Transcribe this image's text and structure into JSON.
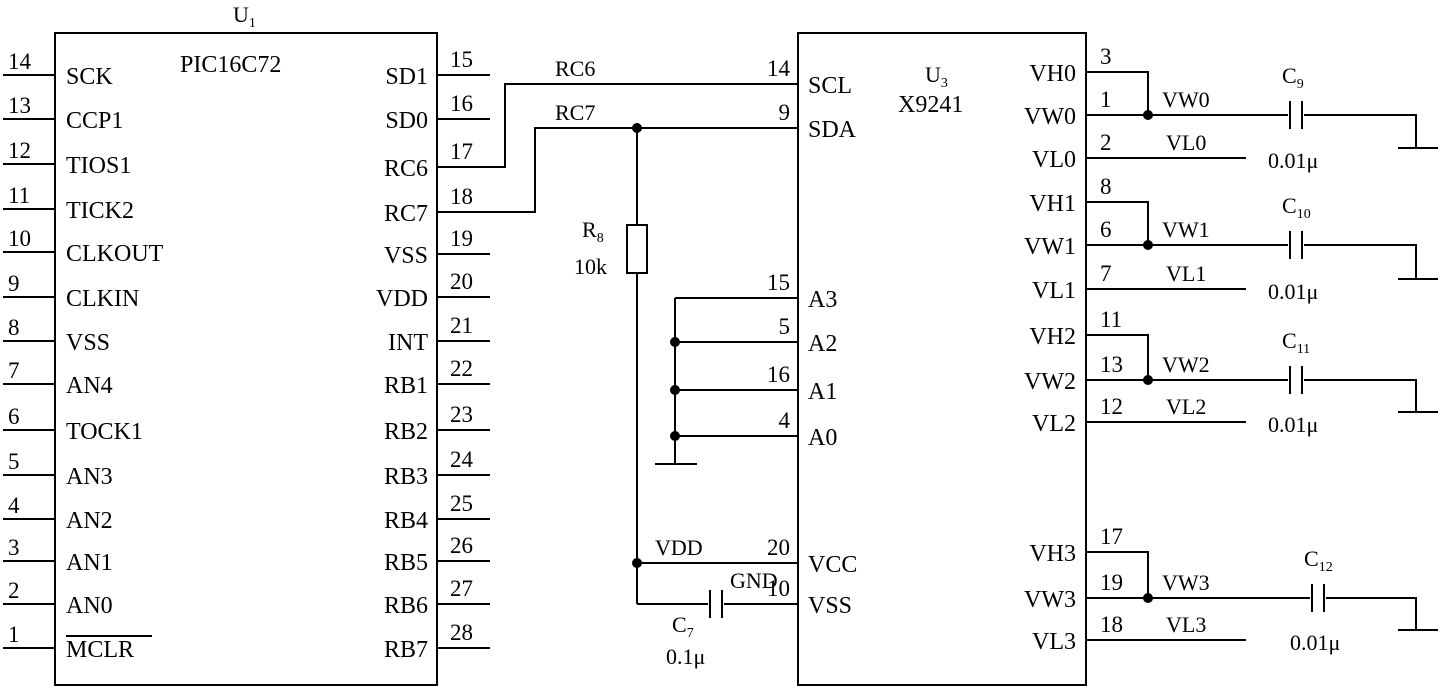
{
  "u1": {
    "ref": "U",
    "ref_sub": "1",
    "part": "PIC16C72",
    "left_pins": [
      {
        "num": "14",
        "label": "SCK"
      },
      {
        "num": "13",
        "label": "CCP1"
      },
      {
        "num": "12",
        "label": "TIOS1"
      },
      {
        "num": "11",
        "label": "TICK2"
      },
      {
        "num": "10",
        "label": "CLKOUT"
      },
      {
        "num": "9",
        "label": "CLKIN"
      },
      {
        "num": "8",
        "label": "VSS"
      },
      {
        "num": "7",
        "label": "AN4"
      },
      {
        "num": "6",
        "label": "TOCK1"
      },
      {
        "num": "5",
        "label": "AN3"
      },
      {
        "num": "4",
        "label": "AN2"
      },
      {
        "num": "3",
        "label": "AN1"
      },
      {
        "num": "2",
        "label": "AN0"
      },
      {
        "num": "1",
        "label": "MCLR"
      }
    ],
    "right_pins": [
      {
        "num": "15",
        "label": "SD1"
      },
      {
        "num": "16",
        "label": "SD0"
      },
      {
        "num": "17",
        "label": "RC6"
      },
      {
        "num": "18",
        "label": "RC7"
      },
      {
        "num": "19",
        "label": "VSS"
      },
      {
        "num": "20",
        "label": "VDD"
      },
      {
        "num": "21",
        "label": "INT"
      },
      {
        "num": "22",
        "label": "RB1"
      },
      {
        "num": "23",
        "label": "RB2"
      },
      {
        "num": "24",
        "label": "RB3"
      },
      {
        "num": "25",
        "label": "RB4"
      },
      {
        "num": "26",
        "label": "RB5"
      },
      {
        "num": "27",
        "label": "RB6"
      },
      {
        "num": "28",
        "label": "RB7"
      }
    ]
  },
  "u3": {
    "ref": "U",
    "ref_sub": "3",
    "part": "X9241",
    "left_pins": [
      {
        "num": "14",
        "label": "SCL"
      },
      {
        "num": "9",
        "label": "SDA"
      },
      {
        "num": "15",
        "label": "A3"
      },
      {
        "num": "5",
        "label": "A2"
      },
      {
        "num": "16",
        "label": "A1"
      },
      {
        "num": "4",
        "label": "A0"
      },
      {
        "num": "20",
        "label": "VCC"
      },
      {
        "num": "10",
        "label": "VSS"
      }
    ],
    "right_pins": [
      {
        "num": "3",
        "label": "VH0"
      },
      {
        "num": "1",
        "label": "VW0"
      },
      {
        "num": "2",
        "label": "VL0"
      },
      {
        "num": "8",
        "label": "VH1"
      },
      {
        "num": "6",
        "label": "VW1"
      },
      {
        "num": "7",
        "label": "VL1"
      },
      {
        "num": "11",
        "label": "VH2"
      },
      {
        "num": "13",
        "label": "VW2"
      },
      {
        "num": "12",
        "label": "VL2"
      },
      {
        "num": "17",
        "label": "VH3"
      },
      {
        "num": "19",
        "label": "VW3"
      },
      {
        "num": "18",
        "label": "VL3"
      }
    ]
  },
  "nets": {
    "rc6": "RC6",
    "rc7": "RC7",
    "vdd": "VDD",
    "gnd": "GND",
    "vw": [
      "VW0",
      "VW1",
      "VW2",
      "VW3"
    ],
    "vl": [
      "VL0",
      "VL1",
      "VL2",
      "VL3"
    ]
  },
  "r8": {
    "ref": "R",
    "ref_sub": "8",
    "value": "10k"
  },
  "c7": {
    "ref": "C",
    "ref_sub": "7",
    "value": "0.1μ"
  },
  "caps": [
    {
      "ref": "C",
      "ref_sub": "9",
      "value": "0.01μ"
    },
    {
      "ref": "C",
      "ref_sub": "10",
      "value": "0.01μ"
    },
    {
      "ref": "C",
      "ref_sub": "11",
      "value": "0.01μ"
    },
    {
      "ref": "C",
      "ref_sub": "12",
      "value": "0.01μ"
    }
  ]
}
